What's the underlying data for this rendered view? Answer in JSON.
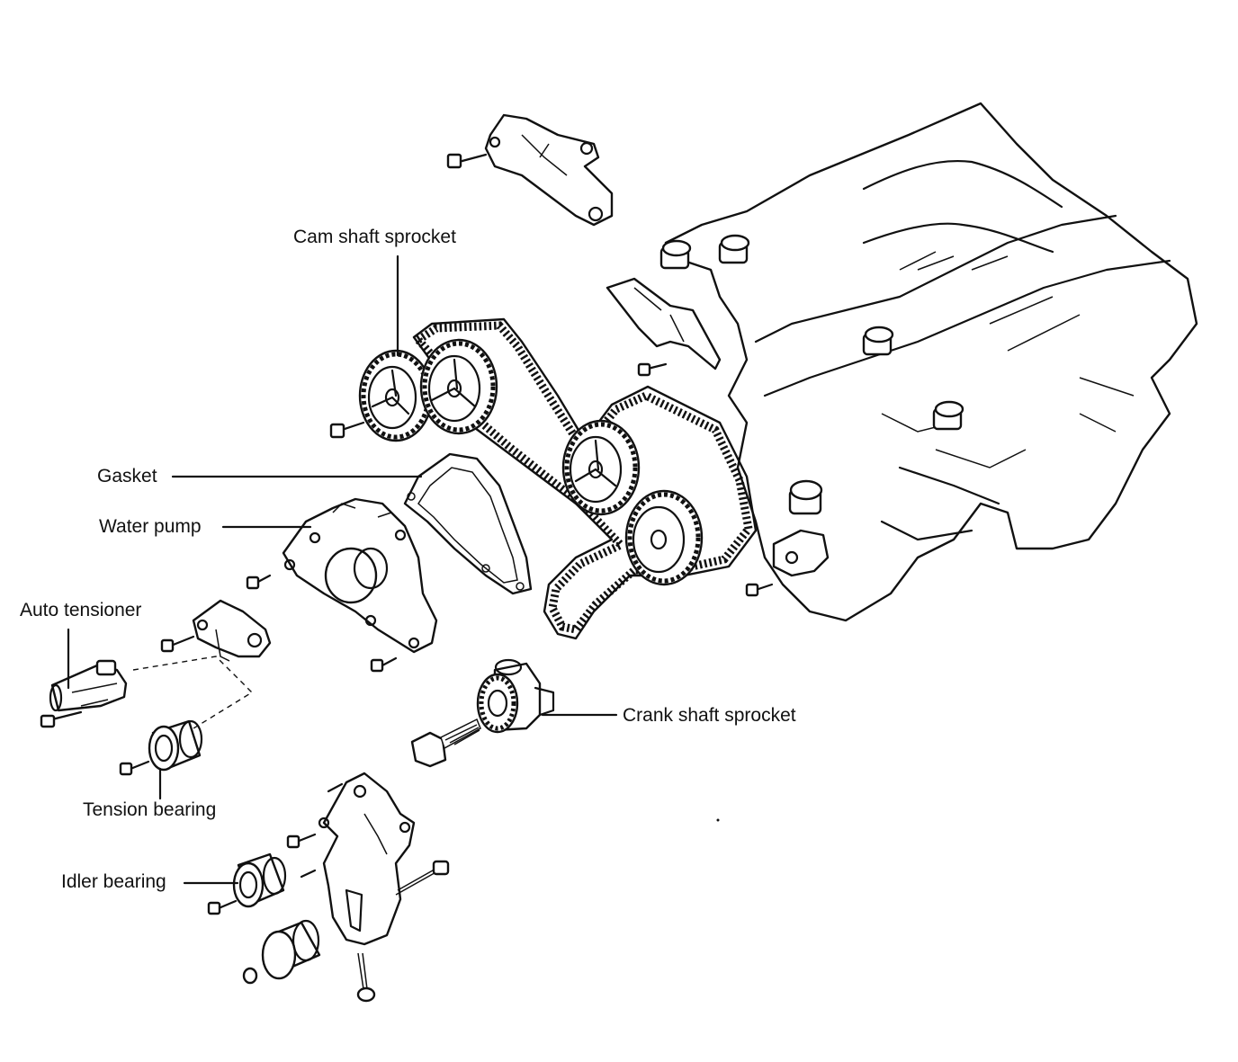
{
  "labels": {
    "cam_shaft_sprocket": "Cam shaft sprocket",
    "gasket": "Gasket",
    "water_pump": "Water pump",
    "auto_tensioner": "Auto tensioner",
    "crank_shaft_sprocket": "Crank shaft sprocket",
    "tension_bearing": "Tension bearing",
    "idler_bearing": "Idler bearing"
  },
  "colors": {
    "ink": "#111111",
    "paper": "#ffffff"
  }
}
